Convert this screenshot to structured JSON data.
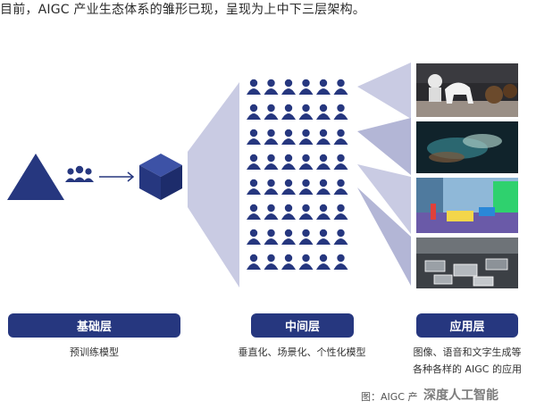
{
  "headline": "目前，AIGC 产业生态体系的雏形已现，呈现为上中下三层架构。",
  "layers": [
    {
      "label": "基础层",
      "caption": "预训练模型"
    },
    {
      "label": "中间层",
      "caption": "垂直化、场景化、个性化模型"
    },
    {
      "label": "应用层",
      "caption_lines": [
        "图像、语音和文字生成等",
        "各种各样的 AIGC 的应用"
      ]
    }
  ],
  "footer": "图：AIGC 产",
  "watermark": "深度人工智能",
  "colors": {
    "navy": "#26377f",
    "lavender": "#c9cbe3",
    "lavender_dark": "#b3b6d6"
  }
}
